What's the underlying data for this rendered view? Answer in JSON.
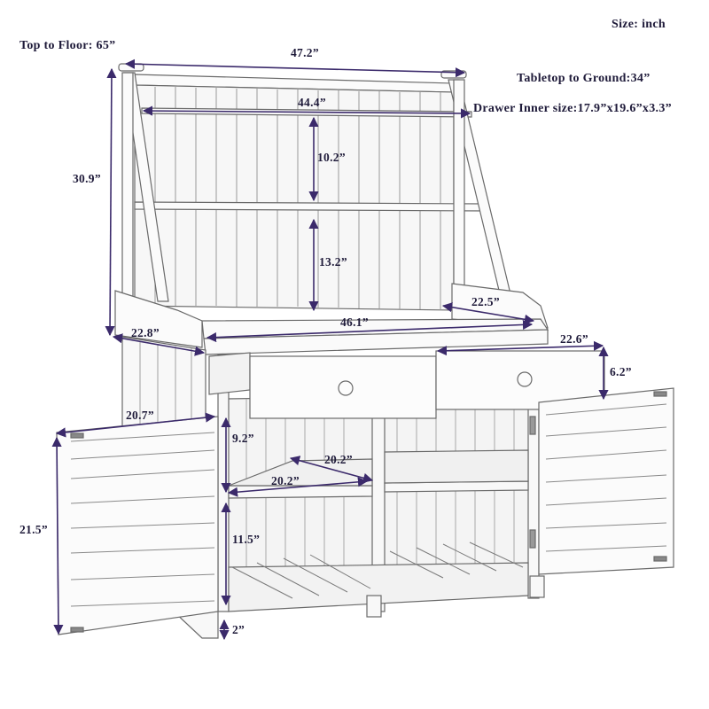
{
  "header": {
    "size_unit": "Size: inch",
    "top_to_floor": "Top to Floor: 65”",
    "tabletop_to_ground": "Tabletop to Ground:34”",
    "drawer_inner_size": "Drawer Inner size:17.9”x19.6”x3.3”"
  },
  "dimensions": {
    "top_width": "47.2”",
    "upper_shelf_width": "44.4”",
    "upper_shelf_gap": "10.2”",
    "lower_shelf_gap": "13.2”",
    "hutch_height": "30.9”",
    "tabletop_width": "46.1”",
    "left_depth": "22.8”",
    "right_depth": "22.5”",
    "drawer_depth": "22.6”",
    "drawer_height": "6.2”",
    "door_width": "20.7”",
    "cabinet_upper_height": "9.2”",
    "shelf_depth": "20.2”",
    "shelf_width": "20.2”",
    "door_height": "21.5”",
    "cabinet_lower_height": "11.5”",
    "leg_height": "2”"
  },
  "colors": {
    "line": "#5a5a5a",
    "dimension_arrow": "#3b2a6b",
    "label": "#1f1b3a",
    "background": "#ffffff"
  }
}
